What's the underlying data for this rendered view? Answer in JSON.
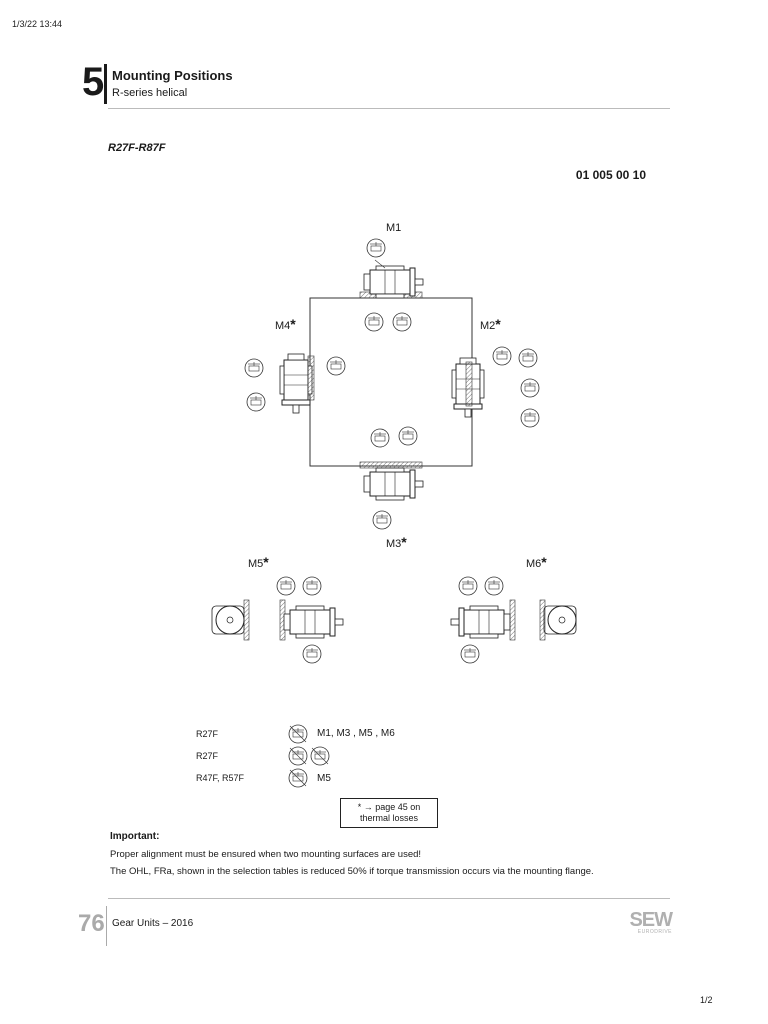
{
  "print_header": {
    "timestamp": "1/3/22 13:44"
  },
  "chapter": {
    "number": "5",
    "title": "Mounting Positions",
    "subtitle": "R-series helical"
  },
  "model_range": "R27F-R87F",
  "drawing_code": "01 005 00 10",
  "positions": {
    "M1": {
      "label": "M1",
      "star": ""
    },
    "M2": {
      "label": "M2",
      "star": "*"
    },
    "M3": {
      "label": "M3",
      "star": "*"
    },
    "M4": {
      "label": "M4",
      "star": "*"
    },
    "M5": {
      "label": "M5",
      "star": "*"
    },
    "M6": {
      "label": "M6",
      "star": "*"
    }
  },
  "legend": [
    {
      "model": "R27F",
      "text": "M1, M3 , M5 , M6"
    },
    {
      "model": "R27F",
      "text": ""
    },
    {
      "model": "R47F, R57F",
      "text": "M5"
    }
  ],
  "note": {
    "line1": "* → page 45 on",
    "line2": "thermal losses"
  },
  "important": {
    "heading": "Important:",
    "lines": [
      "Proper alignment must be ensured when two mounting surfaces are used!",
      "The OHL, FRa, shown in the selection tables is reduced 50% if torque transmission occurs via the mounting flange."
    ]
  },
  "footer": {
    "page": "76",
    "text": "Gear Units – 2016",
    "logo": "SEW",
    "logo_sub": "EURODRIVE"
  },
  "page_count": "1/2"
}
